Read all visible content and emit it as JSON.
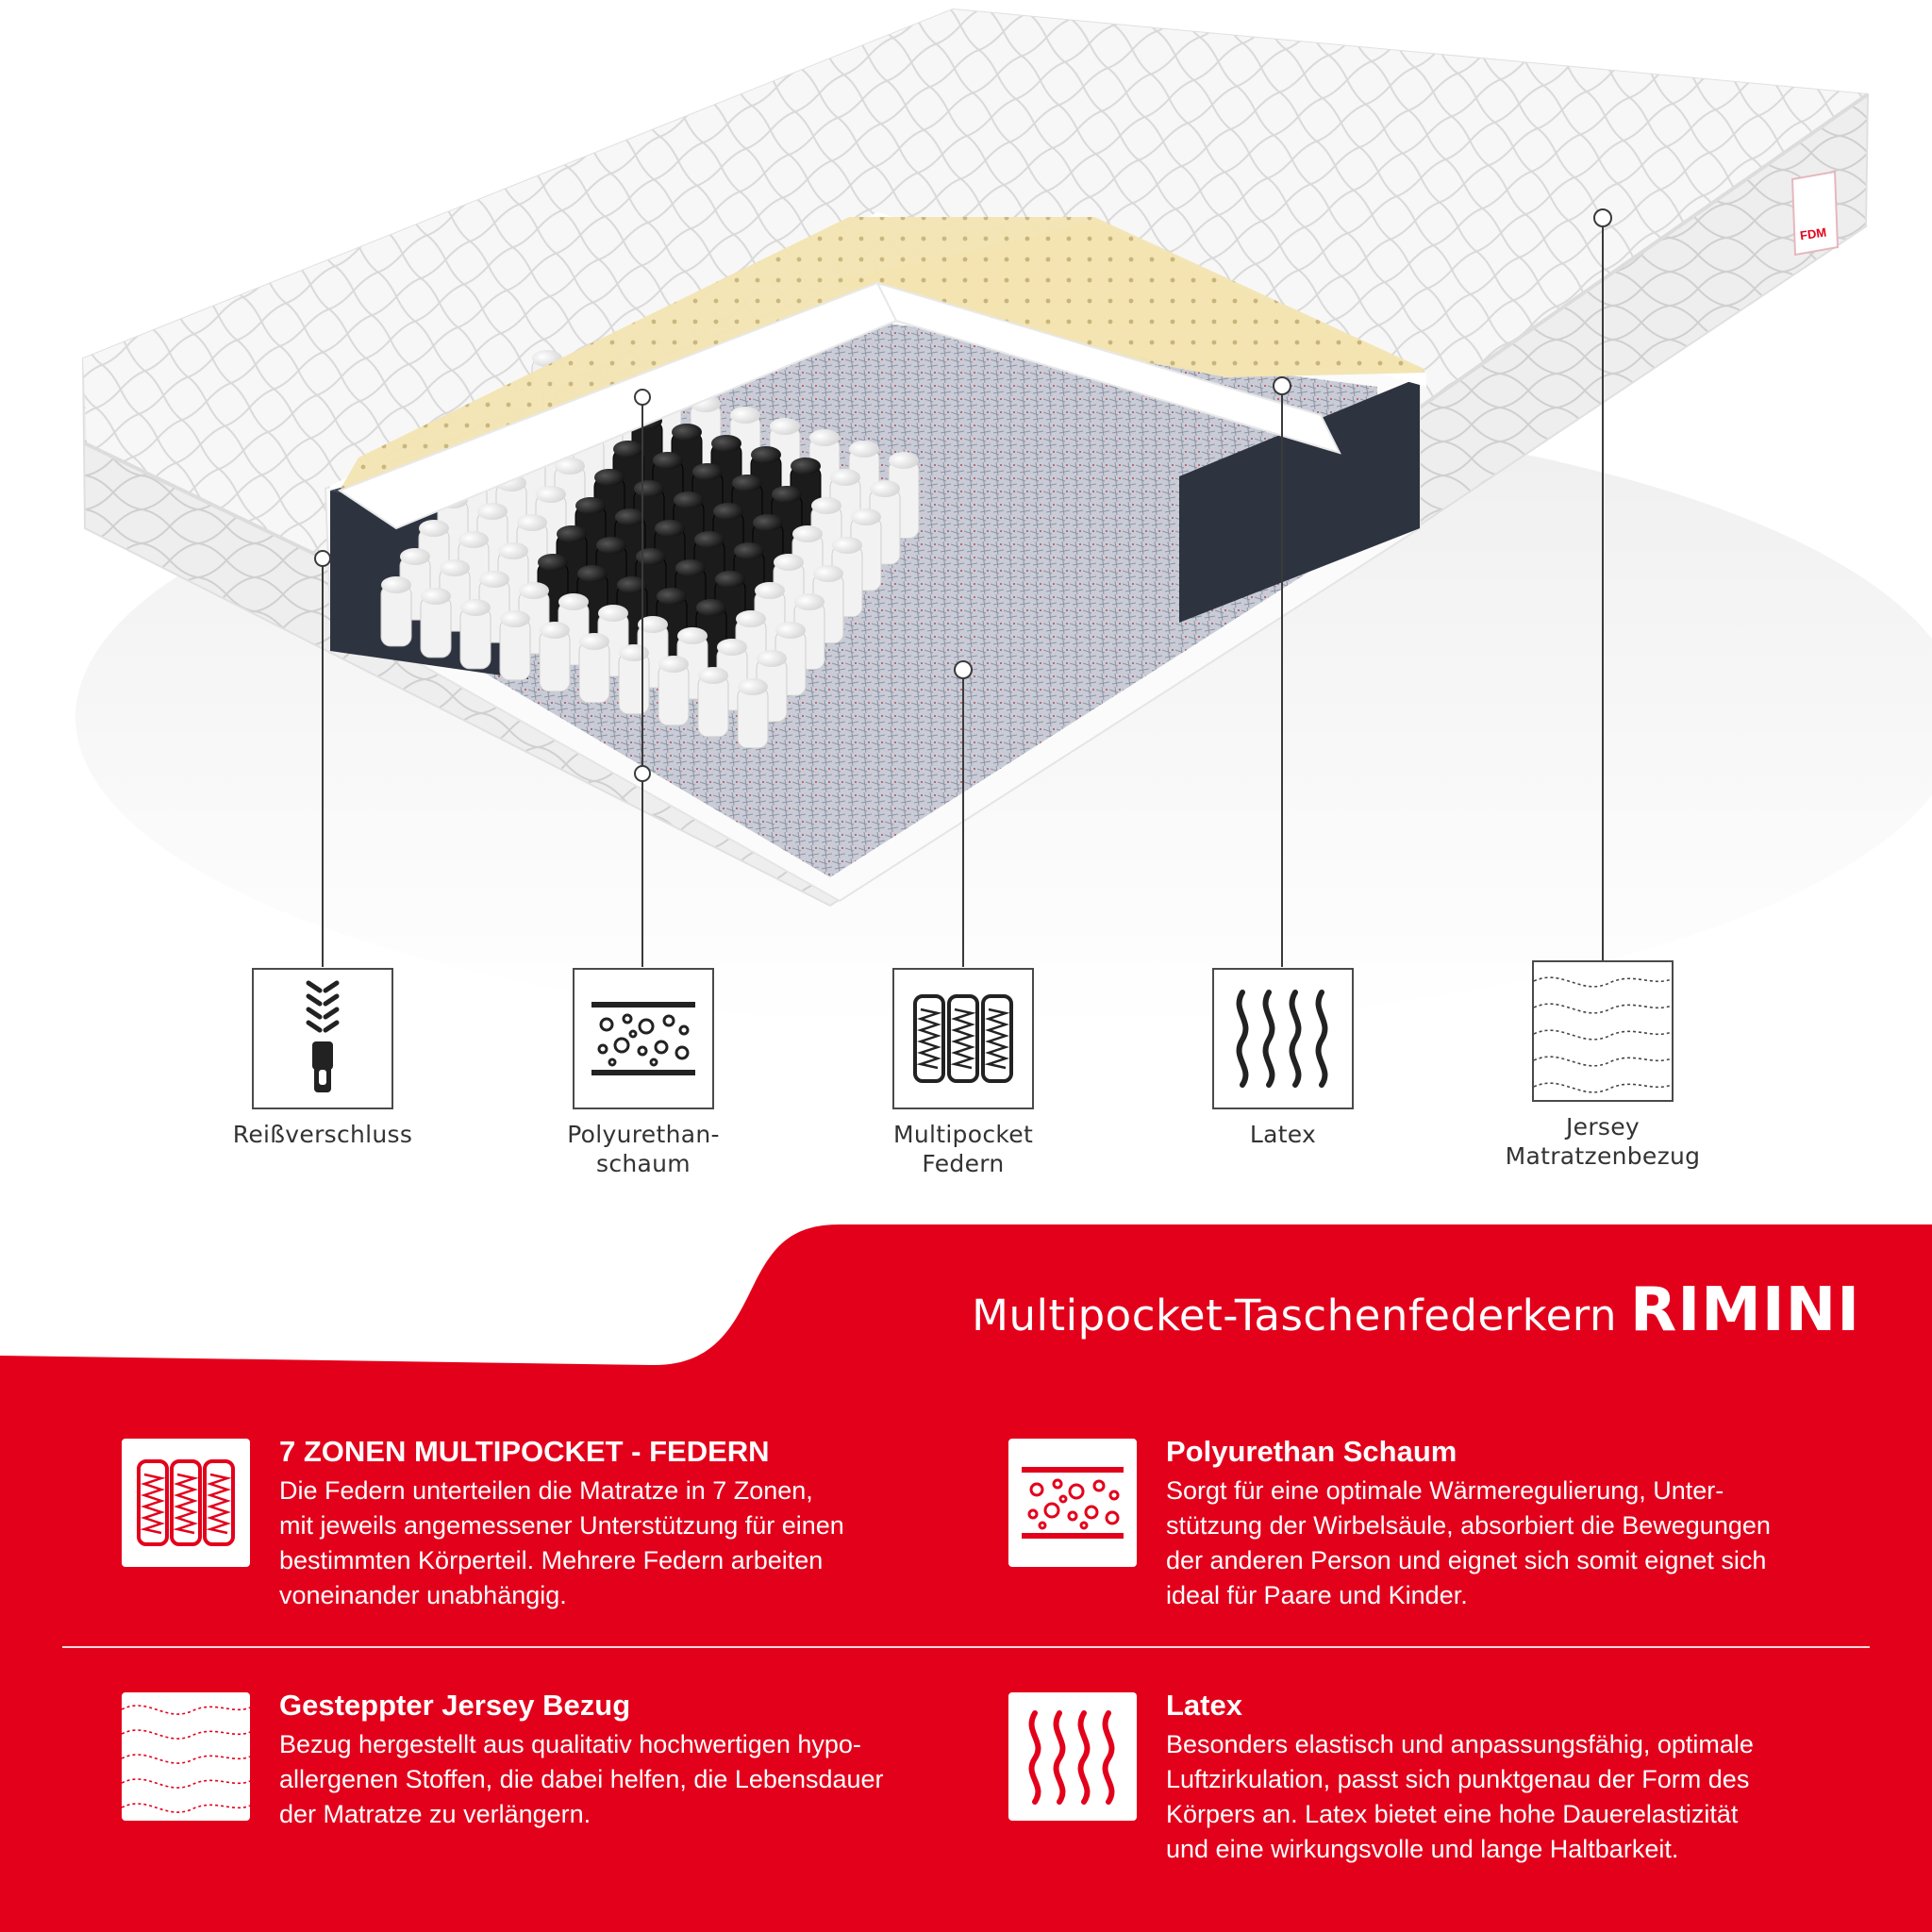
{
  "colors": {
    "brand_red": "#e3001b",
    "line": "#4a4a4a",
    "foam_dark": "#2e3340",
    "latex": "#f3e4b2"
  },
  "mattress": {
    "brand_mark": "FDM"
  },
  "legend": [
    {
      "icon": "zipper-icon",
      "lines": [
        "Reißverschluss"
      ]
    },
    {
      "icon": "foam-icon",
      "lines": [
        "Polyurethan-",
        "schaum"
      ]
    },
    {
      "icon": "springs-icon",
      "lines": [
        "Multipocket",
        "Federn"
      ]
    },
    {
      "icon": "latex-waves-icon",
      "lines": [
        "Latex"
      ]
    },
    {
      "icon": "jersey-quilt-icon",
      "lines": [
        "Jersey",
        "Matratzenbezug"
      ]
    }
  ],
  "product": {
    "subtitle": "Multipocket-Taschenfederkern",
    "name": "RIMINI"
  },
  "features": [
    {
      "icon": "springs-icon",
      "title": "7 ZONEN MULTIPOCKET - FEDERN",
      "lines": [
        "Die Federn unterteilen die Matratze in 7 Zonen,",
        "mit jeweils angemessener Unterstützung für einen",
        "bestimmten Körperteil. Mehrere Federn arbeiten",
        "voneinander unabhängig."
      ]
    },
    {
      "icon": "foam-icon",
      "title": "Polyurethan Schaum",
      "lines": [
        "Sorgt für eine optimale Wärmeregulierung, Unter-",
        "stützung der Wirbelsäule, absorbiert die Bewegungen",
        "der anderen Person und eignet sich somit eignet sich",
        "ideal für Paare und Kinder."
      ]
    },
    {
      "icon": "jersey-quilt-icon",
      "title": "Gesteppter Jersey Bezug",
      "lines": [
        "Bezug hergestellt aus qualitativ hochwertigen hypo-",
        "allergenen Stoffen, die dabei helfen, die Lebensdauer",
        "der Matratze zu verlängern."
      ]
    },
    {
      "icon": "latex-waves-icon",
      "title": "Latex",
      "lines": [
        "Besonders elastisch und anpassungsfähig, optimale",
        "Luftzirkulation, passt sich punktgenau der Form des",
        "Körpers an. Latex bietet eine hohe Dauerelastizität",
        "und eine wirkungsvolle und lange Haltbarkeit."
      ]
    }
  ]
}
